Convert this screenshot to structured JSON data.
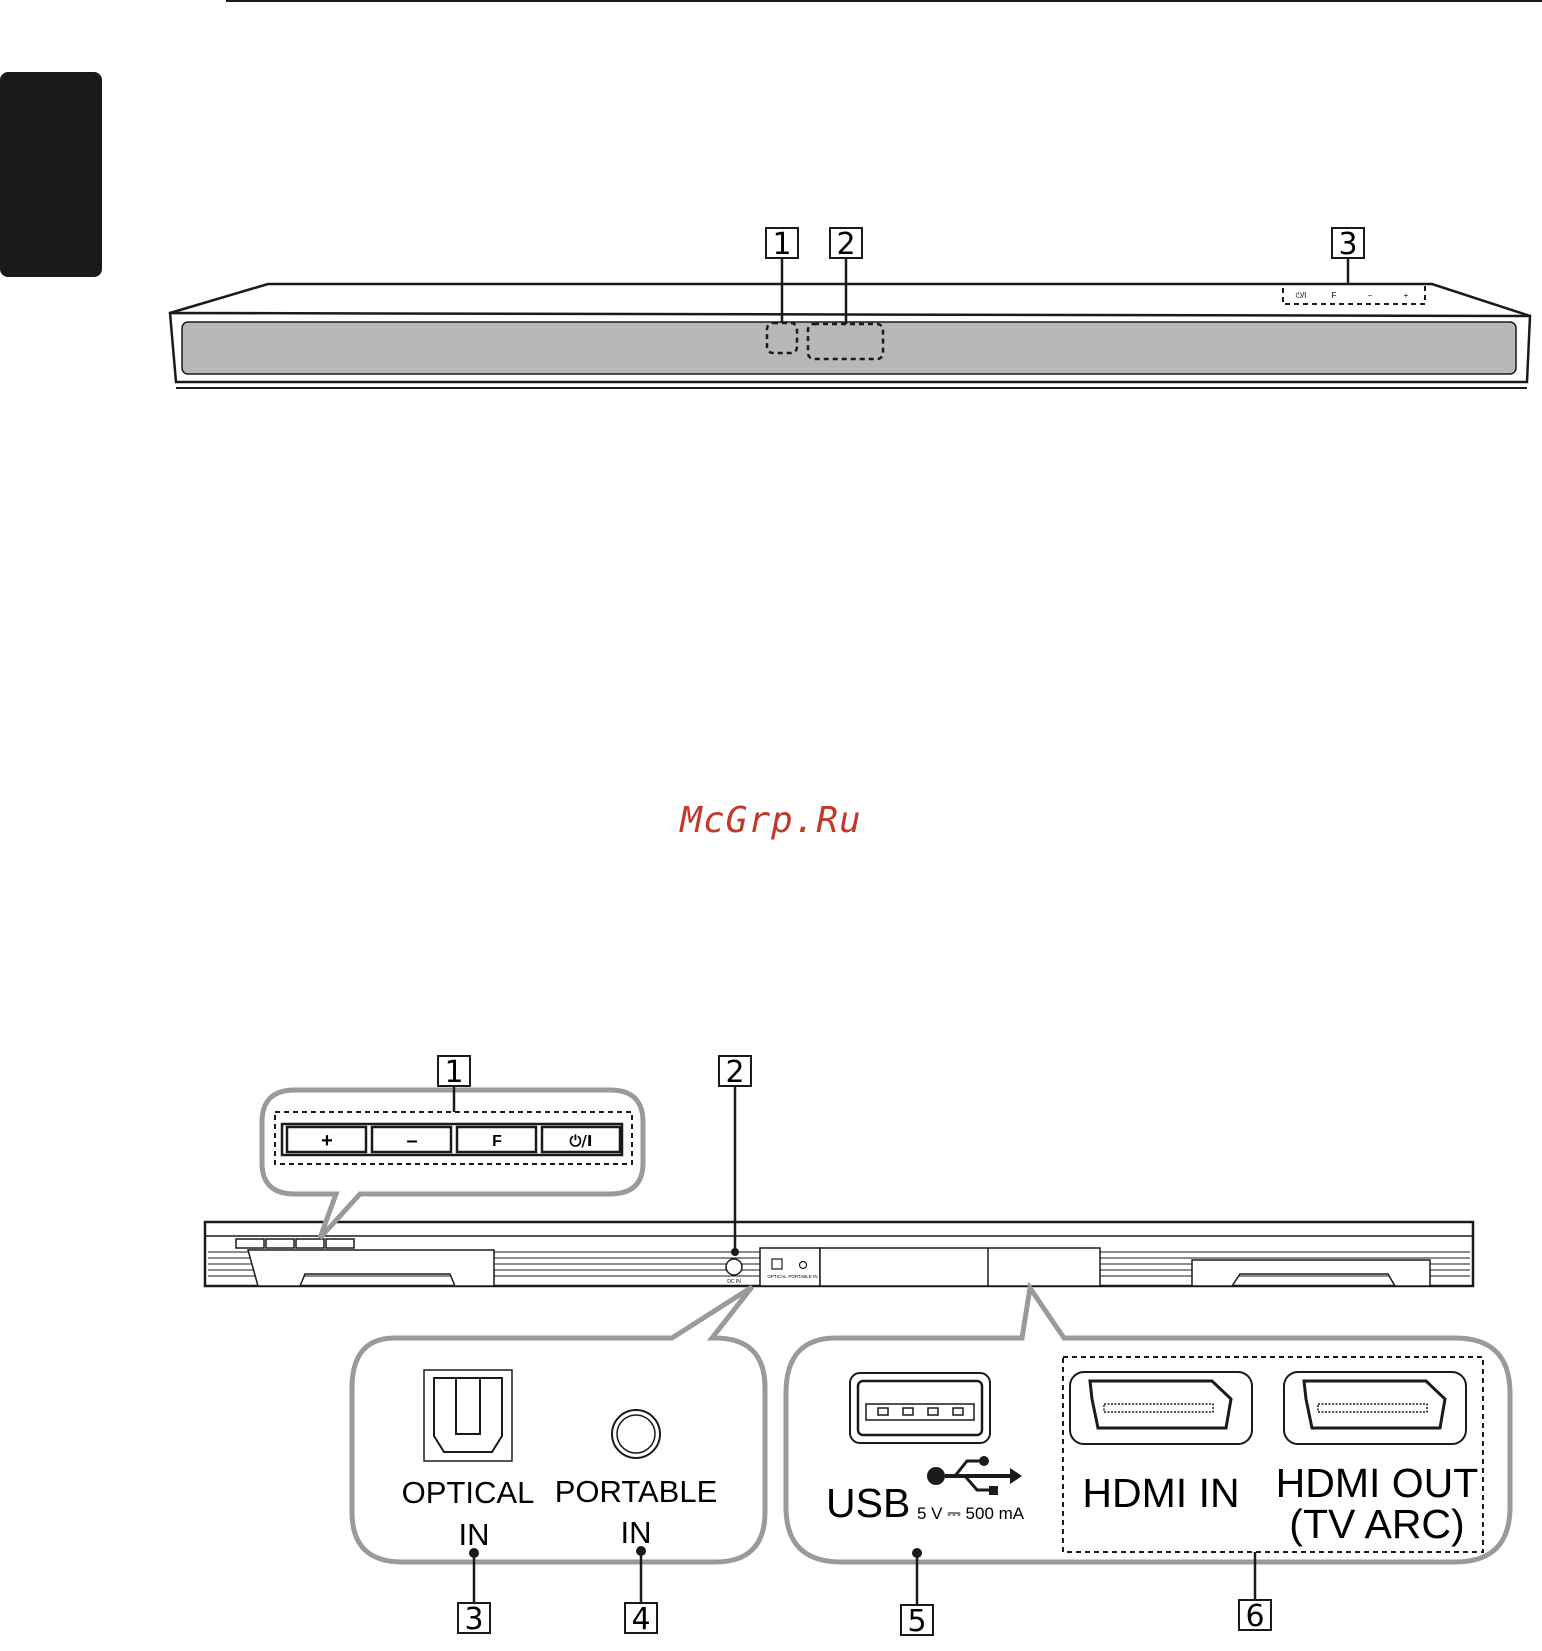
{
  "watermark": "McGrp.Ru",
  "front_view": {
    "callouts": [
      "1",
      "2",
      "3"
    ],
    "top_buttons": [
      "⏻/I",
      "F",
      "–",
      "+"
    ]
  },
  "rear_view": {
    "callouts": [
      "1",
      "2",
      "3",
      "4",
      "5",
      "6"
    ],
    "button_labels": [
      "+",
      "–",
      "F",
      "⏻/I"
    ],
    "dc_in": "DC IN",
    "optical_small": "OPTICAL",
    "portable_small": "PORTABLE IN",
    "optical_in": [
      "OPTICAL",
      "IN"
    ],
    "portable_in": [
      "PORTABLE",
      "IN"
    ],
    "usb": "USB",
    "usb_rating": "5 V ⎓ 500 mA",
    "hdmi_in": "HDMI IN",
    "hdmi_out": [
      "HDMI OUT",
      "(TV ARC)"
    ]
  },
  "colors": {
    "line": "#1a1a1a",
    "panel": "#b8b8b8",
    "bubble": "#9a9a9a",
    "tab": "#1a1a1a",
    "watermark": "#c0392b"
  }
}
